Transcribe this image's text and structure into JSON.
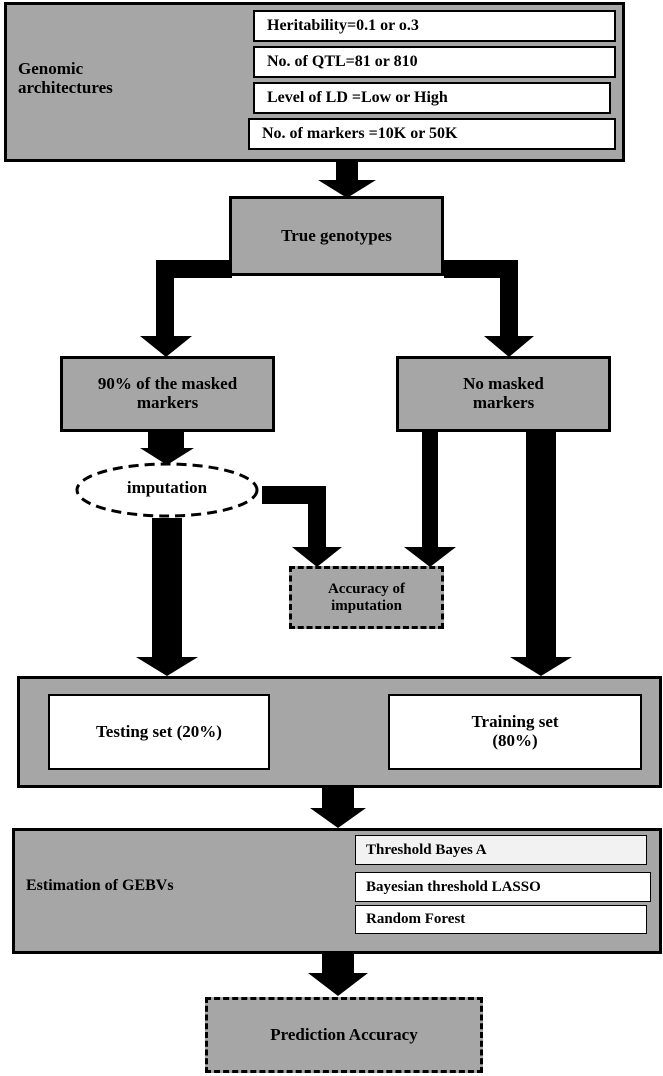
{
  "genomic": {
    "label": "Genomic architectures",
    "items": [
      "Heritability=0.1 or o.3",
      "No. of QTL=81 or 810",
      "Level of LD =Low or High",
      "No. of  markers =10K or 50K"
    ]
  },
  "true_genotypes": "True genotypes",
  "masked": "90% of  the masked markers",
  "no_masked": "No masked markers",
  "imputation": "imputation",
  "accuracy_imputation": "Accuracy of imputation",
  "testing_set": "Testing set (20%)",
  "training_set": "Training set (80%)",
  "estimation": "Estimation of GEBVs",
  "methods": [
    "Threshold Bayes A",
    "Bayesian threshold LASSO",
    "Random Forest"
  ],
  "prediction_accuracy": "Prediction Accuracy",
  "colors": {
    "box_fill": "#a6a6a6",
    "stroke": "#000000",
    "white": "#ffffff"
  }
}
